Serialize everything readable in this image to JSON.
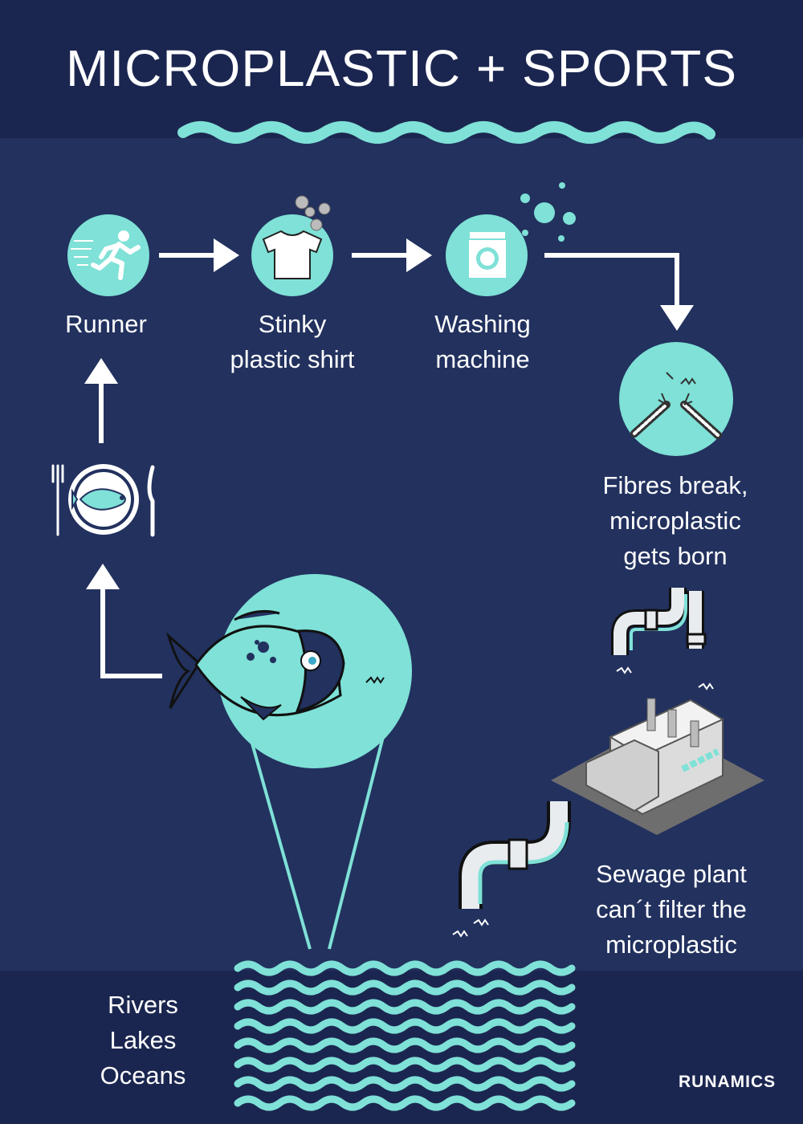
{
  "title": "MICROPLASTIC + SPORTS",
  "steps": {
    "runner": "Runner",
    "shirt": "Stinky\nplastic shirt",
    "washing": "Washing\nmachine",
    "fibres": "Fibres break,\nmicroplastic\ngets born",
    "sewage": "Sewage plant\ncan´t filter the\nmicroplastic",
    "water": "Rivers\nLakes\nOceans"
  },
  "brand": "RUNAMICS",
  "colors": {
    "background": "#22315e",
    "band": "#1b2650",
    "accent": "#7fe1d7",
    "text": "#ffffff"
  },
  "icons": [
    "runner-icon",
    "shirt-icon",
    "washing-machine-icon",
    "broken-fibre-icon",
    "plate-fish-icon",
    "fish-icon",
    "pipe-icon",
    "factory-icon",
    "water-waves-icon"
  ]
}
